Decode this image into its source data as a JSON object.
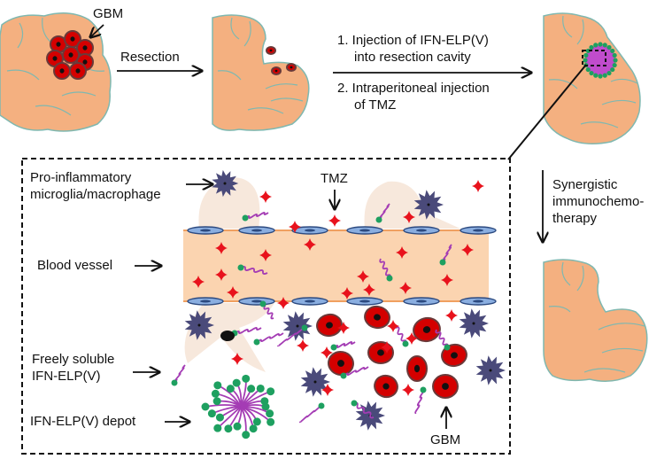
{
  "colors": {
    "brain": "#f4b080",
    "brain_outline": "#7fb8b0",
    "tumor": "#d40000",
    "tumor_outline": "#6a3a3a",
    "nucleus": "#111111",
    "vessel": "#fbd4b0",
    "vessel_edge": "#f0a060",
    "endothelial": "#8aaee0",
    "endothelial_dark": "#2c4a80",
    "microglia": "#4a4a7a",
    "tmz": "#e8121c",
    "elp_chain": "#a43cb4",
    "ifn_head": "#1ea060",
    "astro": "#f6e6d8"
  },
  "top_row": {
    "gbm_label": "GBM",
    "resection_label": "Resection",
    "step1_line1": "1. Injection of IFN-ELP(V)",
    "step1_line2": "into resection cavity",
    "step2_line1": "2. Intraperitoneal injection",
    "step2_line2": "of TMZ"
  },
  "right_column": {
    "line1": "Synergistic",
    "line2": "immunochemo-",
    "line3": "therapy"
  },
  "inset": {
    "microglia_line1": "Pro-inflammatory",
    "microglia_line2": "microglia/macrophage",
    "tmz_label": "TMZ",
    "vessel_label": "Blood vessel",
    "soluble_line1": "Freely soluble",
    "soluble_line2": "IFN-ELP(V)",
    "depot_label": "IFN-ELP(V) depot",
    "gbm_label": "GBM"
  }
}
